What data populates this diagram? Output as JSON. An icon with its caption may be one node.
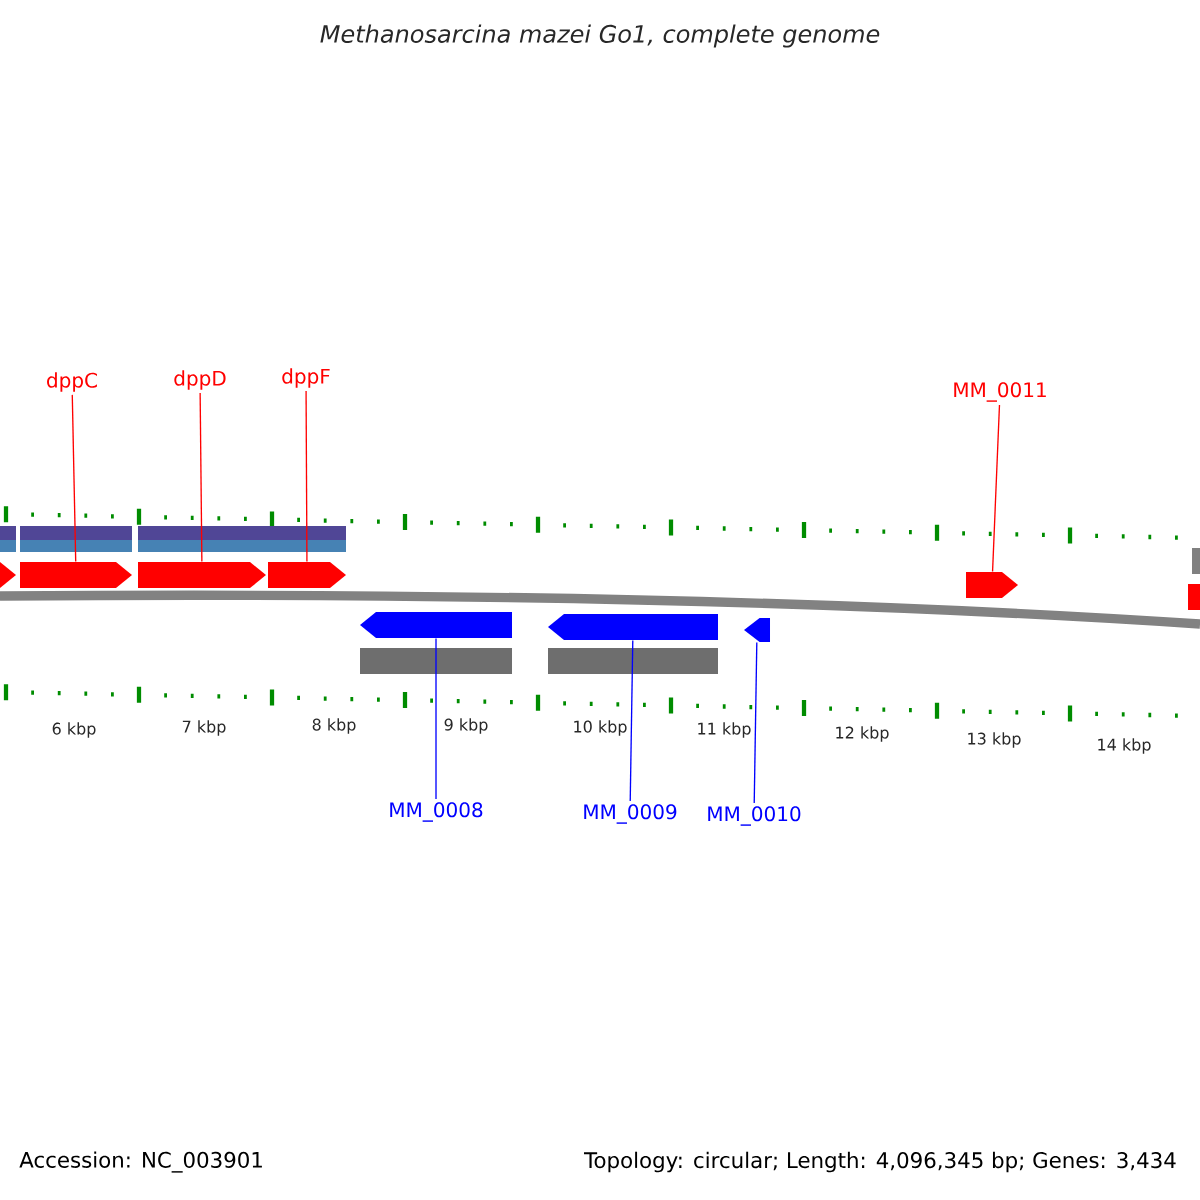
{
  "diagram": {
    "title": "Methanosarcina mazei Go1, complete genome",
    "nodes": [
      {
        "text": [
          "dppC"
        ]
      },
      {
        "text": [
          "dppD"
        ]
      },
      {
        "text": [
          "dppF"
        ]
      },
      {
        "text": [
          "MM_0011"
        ]
      },
      {
        "text": [],
        "shape": "pentagon"
      },
      {
        "text": [],
        "shape": "pentagon"
      },
      {
        "text": [],
        "shape": "pentagon"
      },
      {
        "text": [],
        "shape": "pentagon"
      },
      {
        "text": [],
        "shape": "pentagon"
      },
      {
        "text": [],
        "shape": "pentagon"
      },
      {
        "text": [],
        "shape": "pentagon"
      },
      {
        "text": [
          "MM_0008"
        ]
      },
      {
        "text": [
          "MM_0009"
        ]
      },
      {
        "text": [
          "MM_0010"
        ]
      }
    ],
    "edges": [
      {
        "from": 0,
        "to": 4,
        "arrow": "none"
      },
      {
        "from": 1,
        "to": 5,
        "arrow": "none"
      },
      {
        "from": 2,
        "to": 6,
        "arrow": "none"
      },
      {
        "from": 3,
        "to": 7,
        "arrow": "none"
      },
      {
        "from": 11,
        "to": 8,
        "arrow": "none",
        "color": "#0000ff"
      },
      {
        "from": 12,
        "to": 9,
        "arrow": "none",
        "color": "#0000ff"
      },
      {
        "from": 13,
        "to": 10,
        "arrow": "none",
        "color": "#0000ff"
      }
    ],
    "labels": [
      "6 kbp",
      "7 kbp",
      "8 kbp",
      "9 kbp",
      "10 kbp",
      "11 kbp",
      "12 kbp",
      "13 kbp",
      "14 kbp",
      "Accession: NC_003901",
      "Topology: circular; Length: 4,096,345 bp; Genes: 3,434"
    ]
  }
}
